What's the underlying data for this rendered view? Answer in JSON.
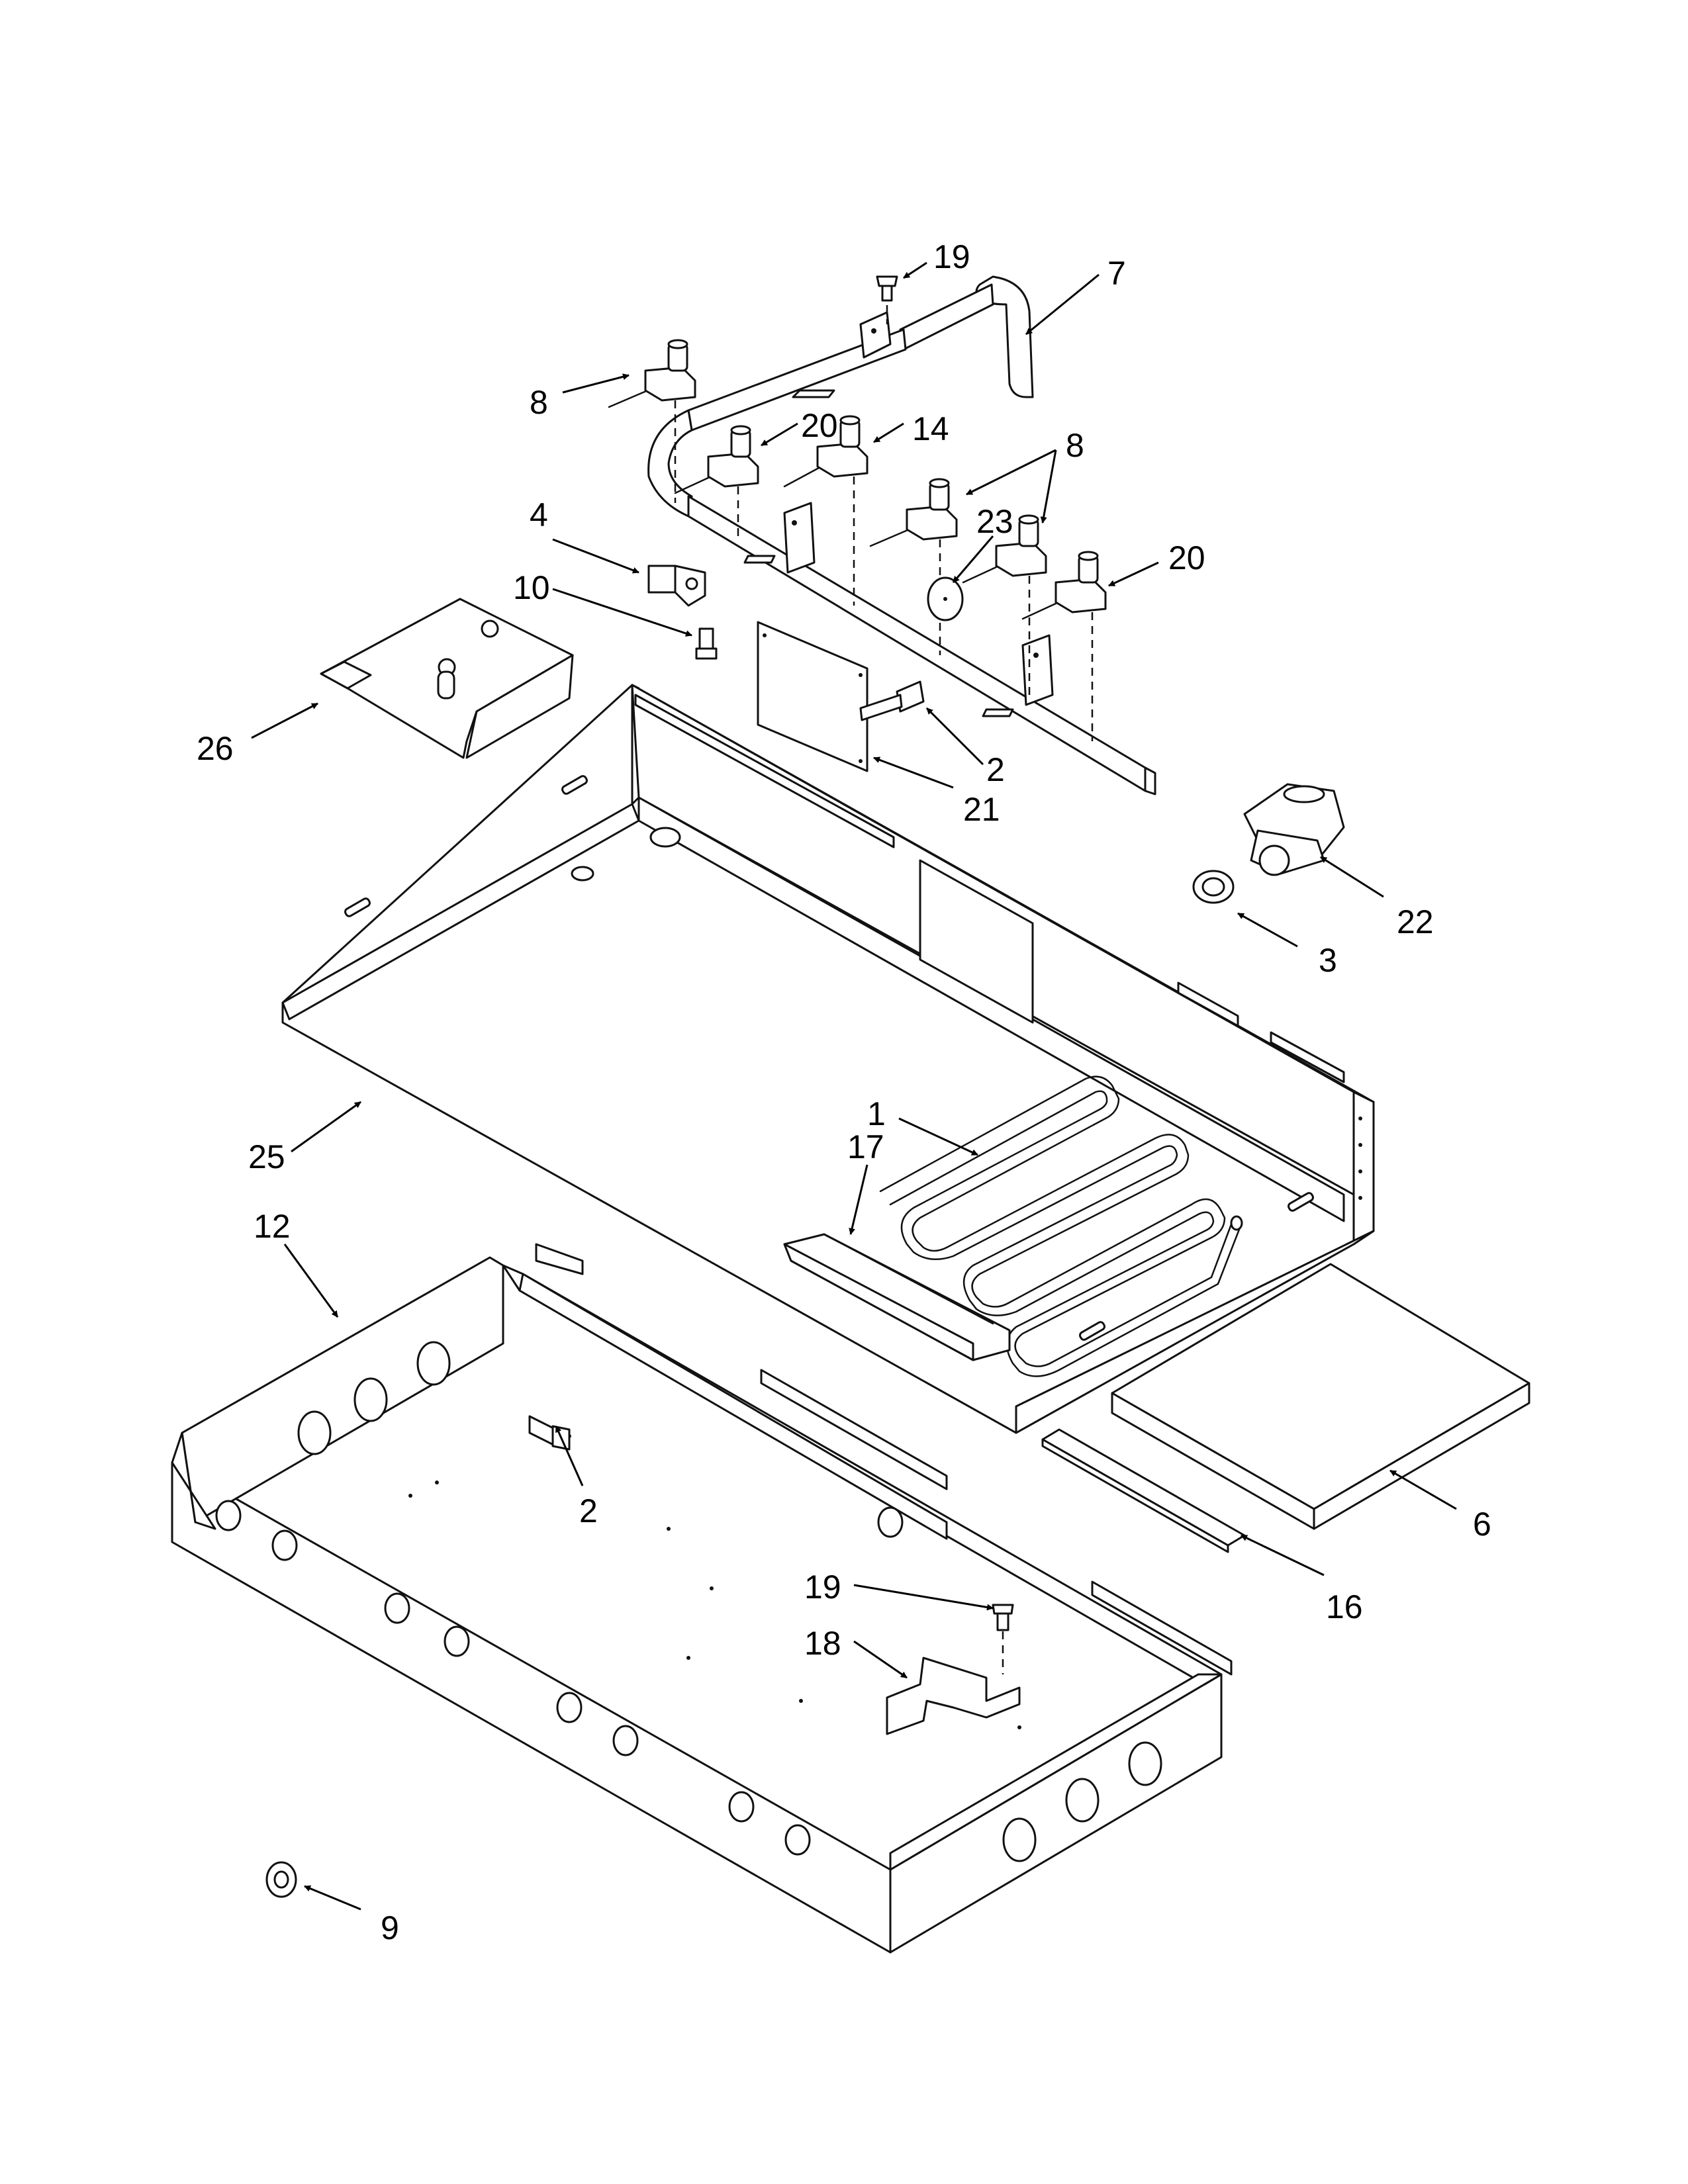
{
  "callouts": {
    "c1": "1",
    "c2_top": "2",
    "c2_bottom": "2",
    "c3": "3",
    "c4": "4",
    "c6": "6",
    "c7": "7",
    "c8_left": "8",
    "c8_right": "8",
    "c9": "9",
    "c10": "10",
    "c12": "12",
    "c14": "14",
    "c16": "16",
    "c17": "17",
    "c18": "18",
    "c19_top": "19",
    "c19_bottom": "19",
    "c20_left": "20",
    "c20_right": "20",
    "c21": "21",
    "c22": "22",
    "c23": "23",
    "c25": "25",
    "c26": "26"
  },
  "colors": {
    "line": "#111111",
    "background": "#ffffff"
  }
}
